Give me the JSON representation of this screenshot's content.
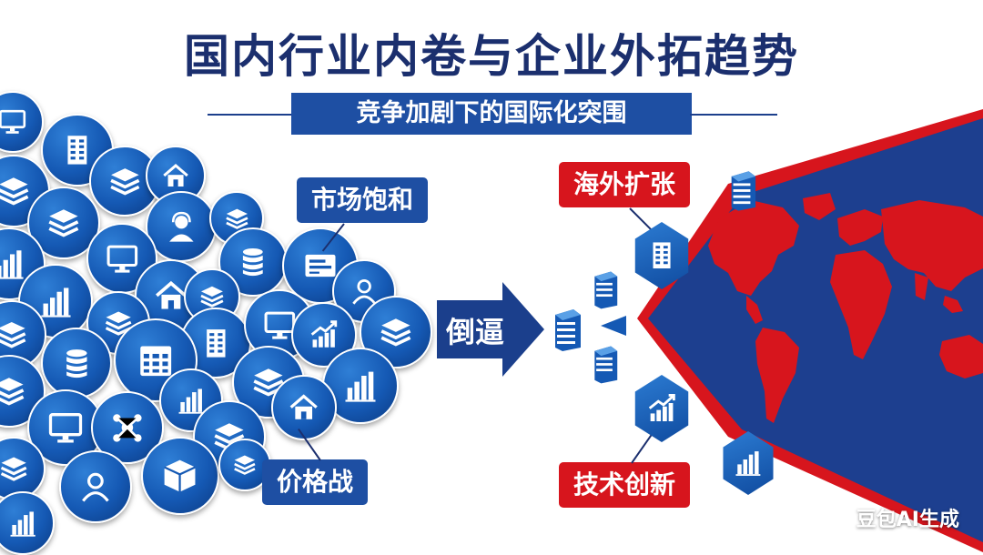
{
  "title": "国内行业内卷与企业外拓趋势",
  "subtitle": "竞争加剧下的国际化突围",
  "labels": {
    "market_saturation": "市场饱和",
    "price_war": "价格战",
    "forced": "倒逼",
    "overseas_expansion": "海外扩张",
    "tech_innovation": "技术创新"
  },
  "watermark": "豆包AI生成",
  "colors": {
    "navy": "#1b2f6e",
    "blue": "#1e4fa3",
    "red": "#d7151d",
    "map_blue": "#1d3f8f"
  },
  "icons": [
    "monitor-icon",
    "building-icon",
    "layers-icon",
    "house-icon",
    "user-headset-icon",
    "bar-chart-icon",
    "database-icon",
    "trend-chart-icon",
    "calendar-grid-icon",
    "network-icon",
    "box-icon",
    "card-icon",
    "user-icon",
    "server-icon"
  ]
}
